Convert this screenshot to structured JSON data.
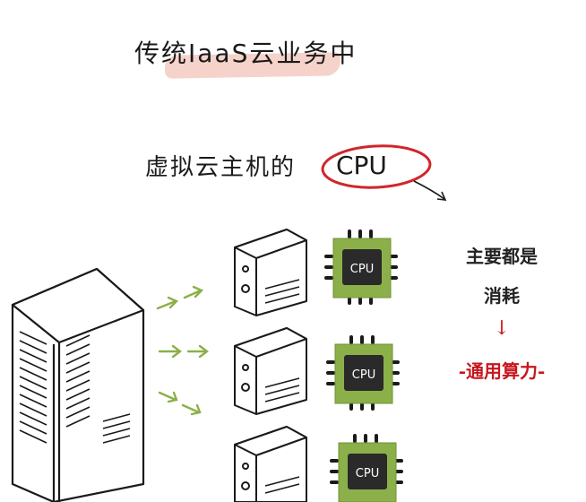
{
  "title": "传统IaaS云业务中",
  "subtitle_prefix": "虚拟云主机的",
  "cpu_word": "CPU",
  "chip_label": "CPU",
  "annotation": {
    "line1": "主要都是",
    "line2": "消耗",
    "arrow": "↓",
    "line3": "-通用算力-"
  },
  "colors": {
    "highlight": "#f3c4b8",
    "circle": "#d0262b",
    "chip_board": "#8bb04a",
    "chip_core": "#2a2a2a",
    "arrows": "#8bb04a",
    "accent_text": "#c8161d"
  }
}
